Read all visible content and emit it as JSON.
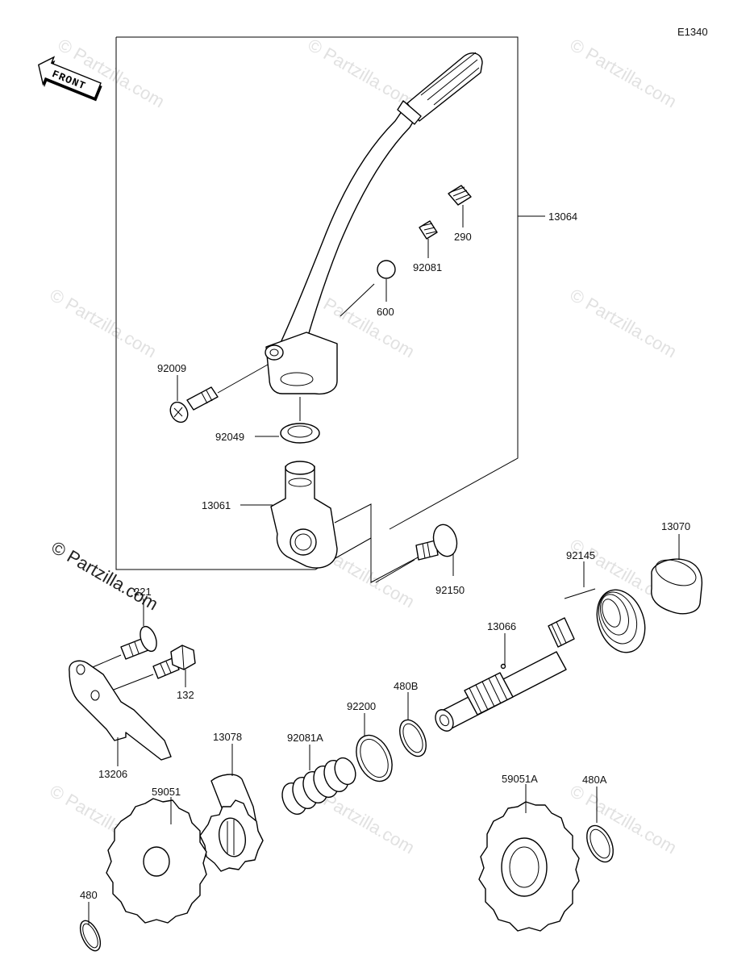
{
  "figure_code": "E1340",
  "front_label": "FRONT",
  "watermark": "© Partzilla.com",
  "watermark_big": "© Partzilla.com",
  "parts": {
    "p13064": "13064",
    "p290": "290",
    "p92081": "92081",
    "p600": "600",
    "p92009": "92009",
    "p92049": "92049",
    "p13061": "13061",
    "p92150": "92150",
    "p13070": "13070",
    "p92145": "92145",
    "p221": "221",
    "p132": "132",
    "p13066": "13066",
    "p480B": "480B",
    "p92200": "92200",
    "p13206": "13206",
    "p13078": "13078",
    "p92081A": "92081A",
    "p59051": "59051",
    "p59051A": "59051A",
    "p480A": "480A",
    "p480": "480"
  }
}
